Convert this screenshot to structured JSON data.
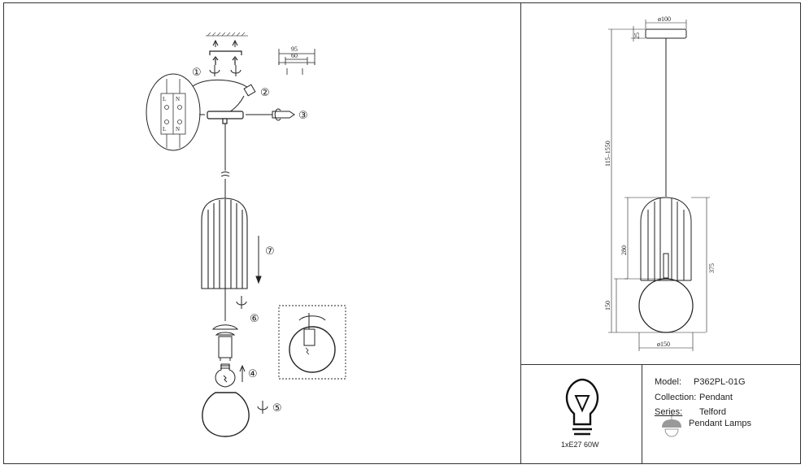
{
  "left_steps": {
    "s1": "①",
    "s2": "②",
    "s3": "③",
    "s4": "④",
    "s5": "⑤",
    "s6": "⑥",
    "s7": "⑦"
  },
  "bracket_dims": {
    "outer": "95",
    "inner": "60"
  },
  "detail_labels": {
    "l1": "L",
    "n1": "N",
    "l2": "L",
    "n2": "N"
  },
  "dimensions": {
    "canopy_diameter": "ø100",
    "canopy_height": "25",
    "cable_length": "115–1550",
    "cage_height": "280",
    "total_height": "375",
    "globe_height": "150",
    "globe_diameter": "ø150"
  },
  "bulb_spec": "1xE27 60W",
  "info": {
    "model_label": "Model:",
    "model_value": "P362PL-01G",
    "collection_label": "Collection:",
    "collection_value": "Pendant",
    "series_label": "Series:",
    "series_value": "Telford",
    "type_value": "Pendant Lamps"
  },
  "icons": {
    "bulb": "lightbulb-icon",
    "pendant": "pendant-lamp-icon"
  }
}
